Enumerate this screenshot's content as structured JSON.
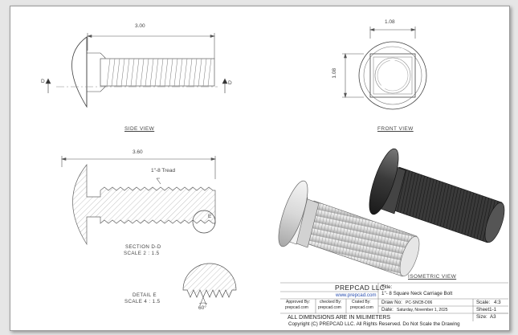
{
  "dimensions": {
    "side_length": "3.00",
    "front_width": "1.08",
    "front_height": "1.08",
    "section_length": "3.60",
    "thread_note": "1\"-8 Tread",
    "section_marker": "D",
    "detail_marker": "E",
    "detail_angle": "60°"
  },
  "views": {
    "side": "SIDE VIEW",
    "front": "FRONT VIEW",
    "section_title": "SECTION D-D",
    "section_scale": "SCALE 2 : 1.5",
    "detail_title": "DETAIL E",
    "detail_scale": "SCALE 4 : 1.5",
    "isometric": "ISOMETRIC VIEW"
  },
  "title_block": {
    "company": "PREPCAD LLC",
    "url": "www.prepcad.com",
    "approved_label": "Approved By:",
    "approved_value": "prepcad.com",
    "checked_label": "checked By:",
    "checked_value": "prepcad.com",
    "created_label": "Crated By:",
    "created_value": "prepcad.com",
    "units_note": "ALL DIMENSIONS ARE IN MILIMETERS",
    "copyright": "Copyright (C)  PREPCAD LLC. All Rights Reserved. Do Not Scale the Drawing",
    "title_label": "Title:",
    "title_value": "1\"- 8 Square Neck Carriage Bolt",
    "draw_no_label": "Draw No:",
    "draw_no_value": "PC-SNCB-D06",
    "date_label": "Date:",
    "date_value": "Saturday, November 1, 2025",
    "scale_label": "Scale:",
    "scale_value": "4:3",
    "sheet_value": "Sheet1-1",
    "size_label": "Size:",
    "size_value": "A3"
  }
}
